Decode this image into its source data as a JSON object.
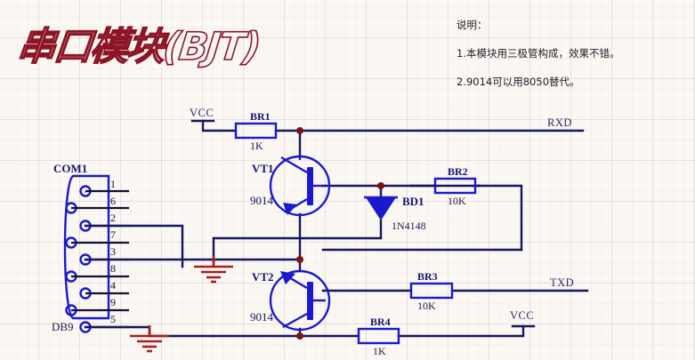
{
  "document": {
    "title": "串口模块(BJT)",
    "type": "circuit-schematic"
  },
  "notes": {
    "heading": "说明：",
    "lines": [
      "1.本模块用三极管构成，效果不错。",
      "2.9014可以用8050替代。"
    ]
  },
  "connector": {
    "refdes": "COM1",
    "package": "DB9",
    "pins": [
      "1",
      "6",
      "2",
      "7",
      "3",
      "8",
      "4",
      "9",
      "5"
    ]
  },
  "components": [
    {
      "refdes": "BR1",
      "value": "1K",
      "type": "resistor"
    },
    {
      "refdes": "BR2",
      "value": "10K",
      "type": "resistor"
    },
    {
      "refdes": "BR3",
      "value": "10K",
      "type": "resistor"
    },
    {
      "refdes": "BR4",
      "value": "1K",
      "type": "resistor"
    },
    {
      "refdes": "VT1",
      "value": "9014",
      "type": "npn-transistor"
    },
    {
      "refdes": "VT2",
      "value": "9014",
      "type": "npn-transistor"
    },
    {
      "refdes": "BD1",
      "value": "1N4148",
      "type": "diode"
    }
  ],
  "nets": {
    "power_top": "VCC",
    "power_bottom": "VCC",
    "rxd": "RXD",
    "txd": "TXD"
  },
  "colors": {
    "wire": "#161660",
    "symbol": "#1a1acc",
    "ground": "#a82020",
    "junction": "#7a1414",
    "title_stroke": "#8c1424",
    "background": "#fbf7f3"
  }
}
